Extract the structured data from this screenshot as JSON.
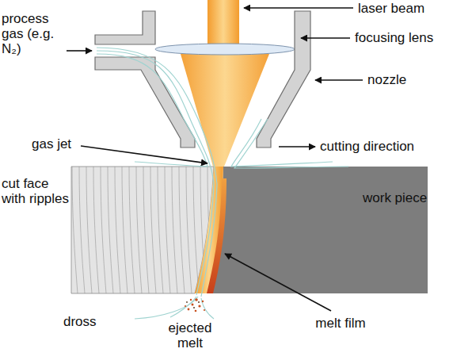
{
  "diagram": {
    "labels": [
      "laser beam",
      "process gas (e.g. N₂)",
      "focusing lens",
      "nozzle",
      "gas jet",
      "cutting direction",
      "cut face with ripples",
      "work piece",
      "dross",
      "ejected melt",
      "melt film"
    ]
  }
}
